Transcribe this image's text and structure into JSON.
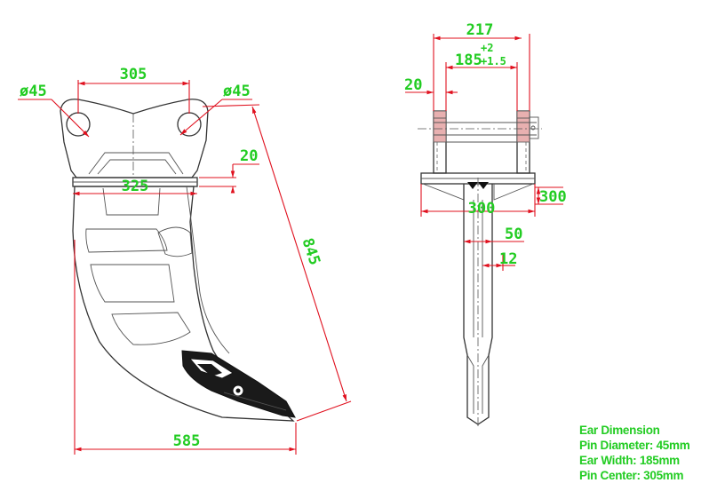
{
  "dimensions": {
    "pin_center": "305",
    "pin_dia_left": "ø45",
    "pin_dia_right": "ø45",
    "plate_thickness": "20",
    "plate_width": "325",
    "length_diag": "845",
    "overall_width": "585",
    "outer_width": "217",
    "ear_width": "185",
    "ear_tol_upper": "+2",
    "ear_tol_lower": "+1.5",
    "ear_thickness": "20",
    "base_height": "300",
    "base_width": "300",
    "shank_width": "50",
    "tip_width": "12"
  },
  "spec": {
    "title": "Ear Dimension",
    "pin_diameter": "Pin Diameter: 45mm",
    "ear_width": "Ear Width: 185mm",
    "pin_center": "Pin Center: 305mm"
  }
}
